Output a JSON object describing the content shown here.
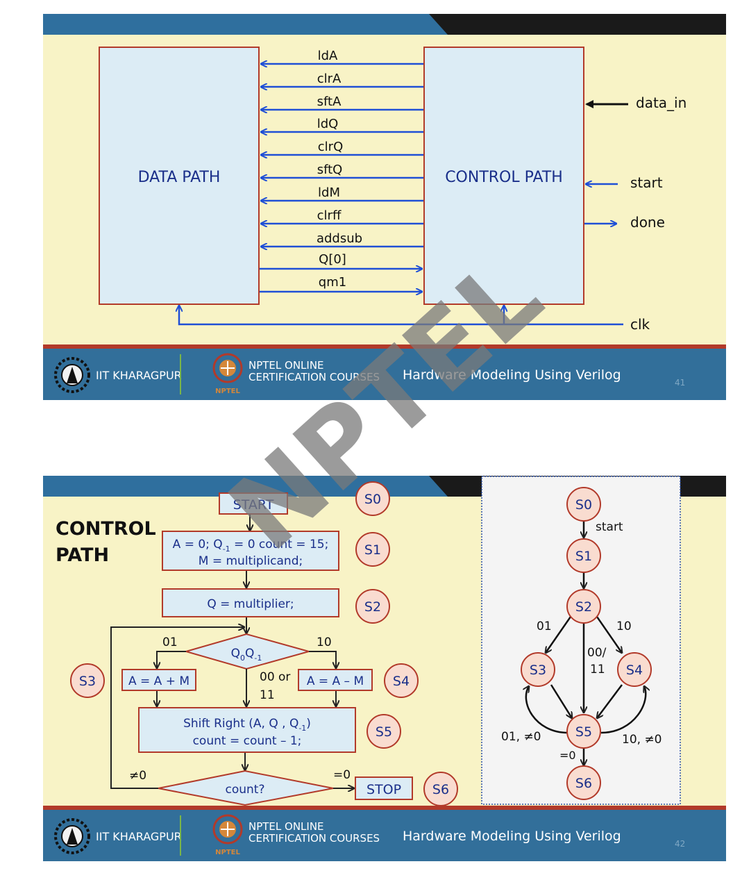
{
  "colors": {
    "header_blue": "#2f6f9e",
    "header_dark": "#1a1a1a",
    "slide_bg": "#f8f3c6",
    "footer_blue": "#326f9a",
    "red_line": "#b23a2a",
    "box_fill": "#dcecf5",
    "box_border": "#b23a2a",
    "signal_blue": "#1f4fd6",
    "label_blue": "#1a2f8a",
    "state_fill": "#f9dcd0",
    "state_border": "#b23a2a",
    "watermark": "#7a7a7a"
  },
  "watermark": "NPTEL",
  "footer": {
    "institute": "IIT KHARAGPUR",
    "nptel_line1": "NPTEL ONLINE",
    "nptel_line2": "CERTIFICATION COURSES",
    "nptel_badge": "NPTEL",
    "course": "Hardware Modeling Using Verilog"
  },
  "slide1": {
    "page_number": "41",
    "data_path_label": "DATA PATH",
    "control_path_label": "CONTROL PATH",
    "control_signals": [
      "ldA",
      "clrA",
      "sftA",
      "ldQ",
      "clrQ",
      "sftQ",
      "ldM",
      "clrff",
      "addsub"
    ],
    "status_signals": [
      "Q[0]",
      "qm1"
    ],
    "data_in": "data_in",
    "start": "start",
    "done": "done",
    "clk": "clk"
  },
  "slide2": {
    "page_number": "42",
    "title_line1": "CONTROL",
    "title_line2": "PATH",
    "flow": {
      "start": "START",
      "init_line1": "A = 0;  Q",
      "init_sub": "-1",
      "init_line1b": " = 0 count = 15;",
      "init_line2": "M = multiplicand;",
      "load_q": "Q = multiplier;",
      "decision_main": "Q",
      "decision_sub0": "0",
      "decision_q": "Q",
      "decision_sub1": "-1",
      "branch_01": "01",
      "branch_10": "10",
      "branch_00_11_a": "00 or",
      "branch_00_11_b": "11",
      "add": "A = A + M",
      "sub": "A = A – M",
      "shift_line1": "Shift Right (A, Q , Q",
      "shift_sub": "-1",
      "shift_line1_end": ")",
      "shift_line2": "count = count – 1;",
      "count_check": "count?",
      "not_zero": "≠0",
      "zero": "=0",
      "stop": "STOP"
    },
    "flow_states": {
      "s0": "S0",
      "s1": "S1",
      "s2": "S2",
      "s3": "S3",
      "s4": "S4",
      "s5": "S5",
      "s6": "S6"
    },
    "fsm": {
      "s0": "S0",
      "s1": "S1",
      "s2": "S2",
      "s3": "S3",
      "s4": "S4",
      "s5": "S5",
      "s6": "S6",
      "start": "start",
      "t01": "01",
      "t10": "10",
      "t00_a": "00/",
      "t00_b": "11",
      "loop_left": "01, ≠0",
      "loop_right": "10, ≠0",
      "eq0": "=0"
    }
  }
}
